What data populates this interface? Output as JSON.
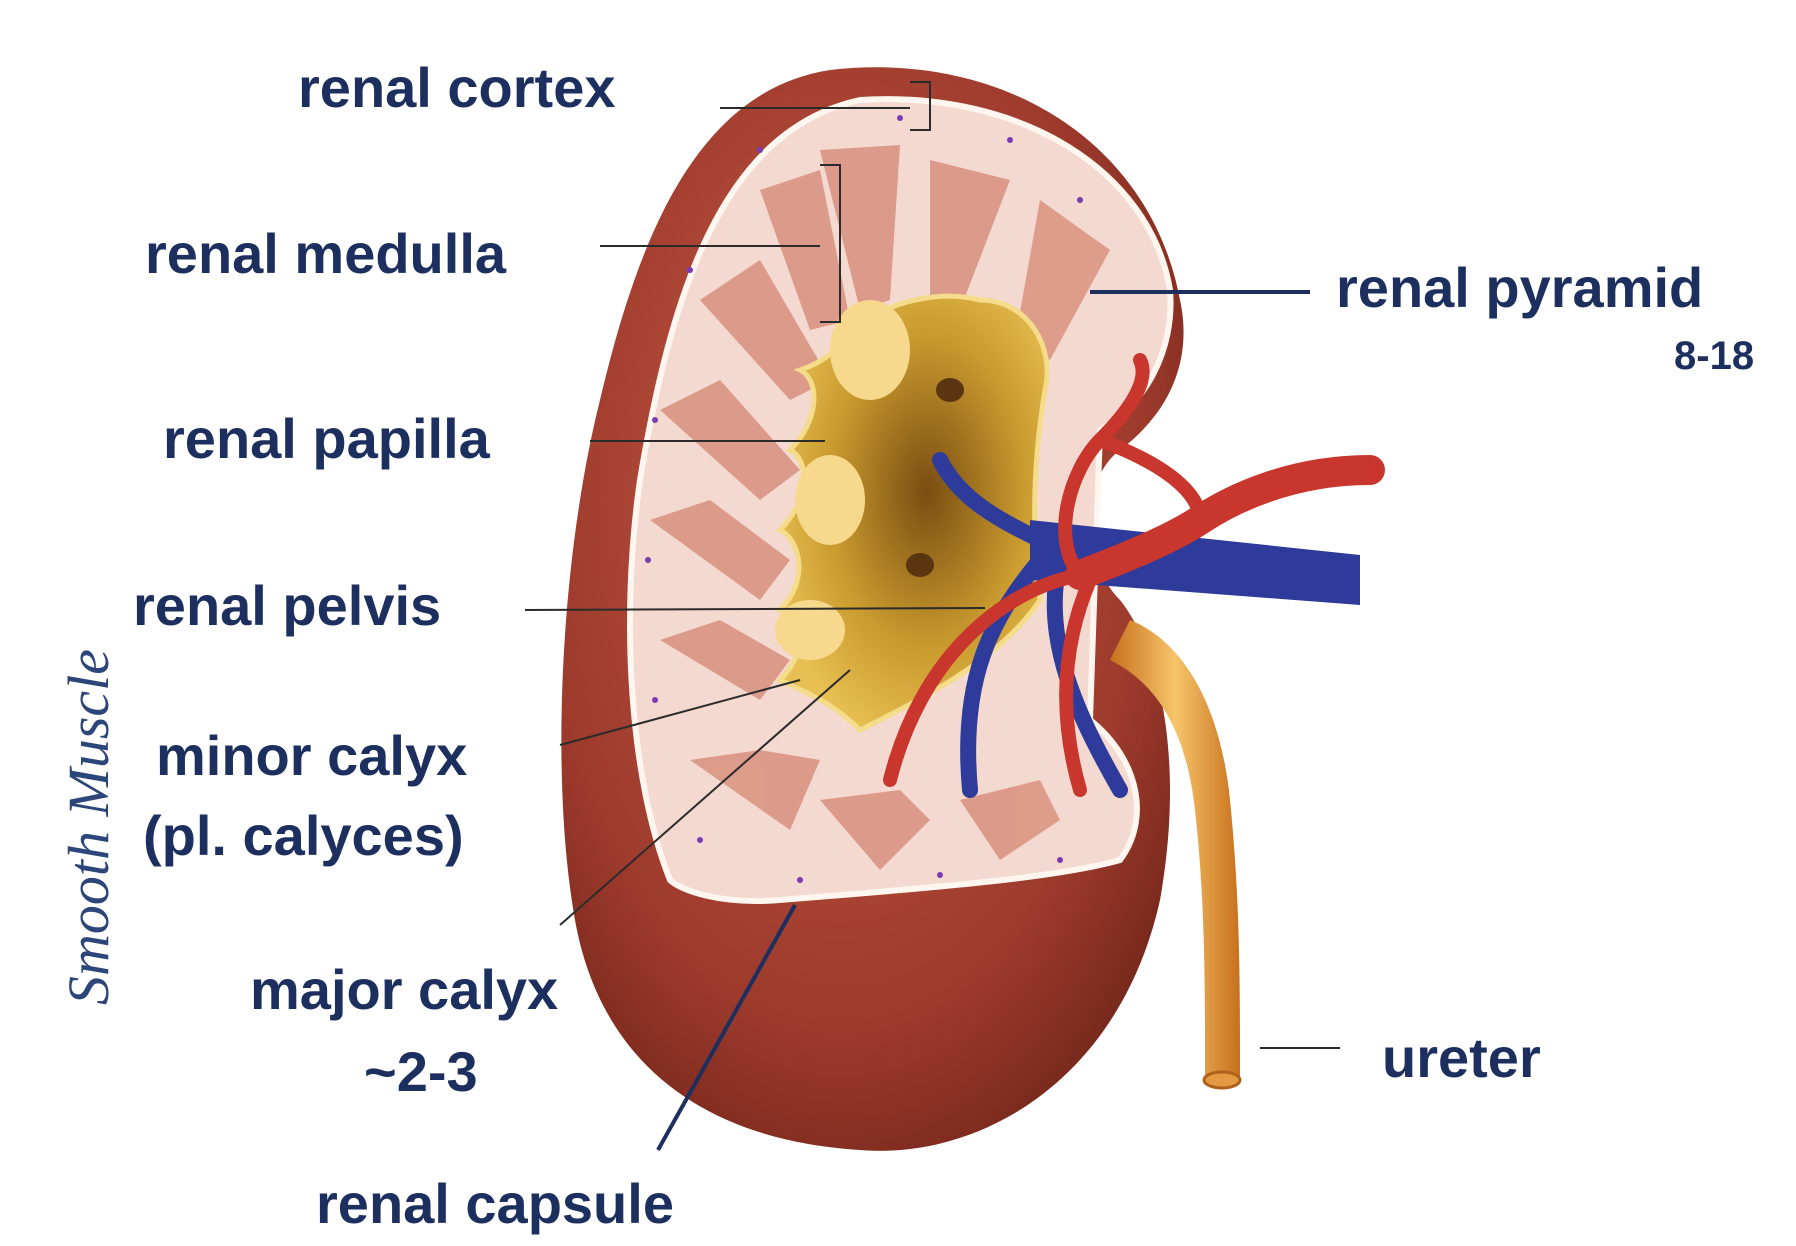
{
  "labels": {
    "renal_cortex": "renal cortex",
    "renal_medulla": "renal medulla",
    "renal_pyramid": "renal pyramid",
    "renal_pyramid_count": "8-18",
    "renal_papilla": "renal papilla",
    "renal_pelvis": "renal pelvis",
    "minor_calyx": "minor calyx",
    "minor_calyx_plural": "(pl. calyces)",
    "major_calyx": "major calyx",
    "major_calyx_count": "~2-3",
    "renal_capsule": "renal capsule",
    "ureter": "ureter",
    "side_note": "Smooth Muscle"
  },
  "colors": {
    "label_text": "#1c2f5e",
    "capsule": "#9c3a2c",
    "cortex": "#f3d9cf",
    "pyramid": "#d9907f",
    "pelvis": "#c99a2e",
    "ureter": "#eda545",
    "artery": "#c9362d",
    "vein": "#2e3b9a"
  }
}
